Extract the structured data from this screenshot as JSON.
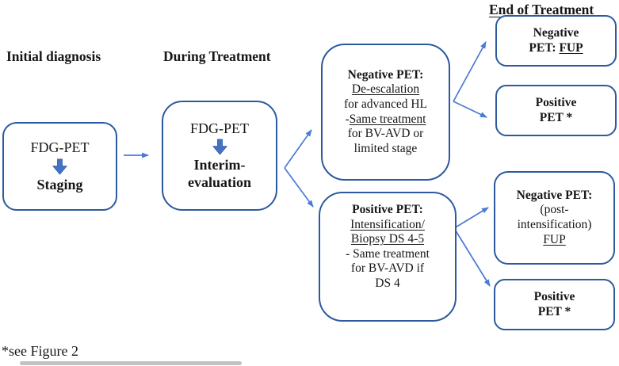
{
  "headings": {
    "initial_diagnosis": "Initial diagnosis",
    "during_treatment": "During Treatment",
    "end_of_treatment": "End of Treatment"
  },
  "boxes": {
    "staging": {
      "top": "FDG-PET",
      "bottom": "Staging"
    },
    "interim": {
      "top": "FDG-PET",
      "bottom1": "Interim-",
      "bottom2": "evaluation"
    },
    "negative_interim": {
      "title": "Negative PET:",
      "action1": "De-escalation",
      "line2": "for advanced HL",
      "dash": "-",
      "action2": "Same treatment",
      "line4": "for BV-AVD or",
      "line5": "limited stage"
    },
    "positive_interim": {
      "title": "Positive PET:",
      "action1": "Intensification/",
      "action2": "Biopsy DS 4-5",
      "line3": "- Same treatment",
      "line4": "for BV-AVD if",
      "line5": "DS 4"
    },
    "eot_negative": {
      "line1": "Negative",
      "line2_prefix": "PET: ",
      "line2_fup": "FUP"
    },
    "eot_positive_upper": {
      "line1": "Positive",
      "line2": "PET *"
    },
    "eot_negative_post": {
      "title": "Negative PET:",
      "line2": "(post-",
      "line3": "intensification)",
      "line4": "FUP"
    },
    "eot_positive_lower": {
      "line1": "Positive",
      "line2": "PET *"
    }
  },
  "footnote": "*see Figure 2",
  "icons": {
    "down_arrow": "block-down-arrow"
  },
  "colors": {
    "box_border": "#2c5a9e",
    "arrow": "#4a7ad4",
    "block_arrow": "#4472c4",
    "text": "#161616",
    "scrollbar_thumb": "#c2c2c2",
    "background": "#ffffff"
  }
}
